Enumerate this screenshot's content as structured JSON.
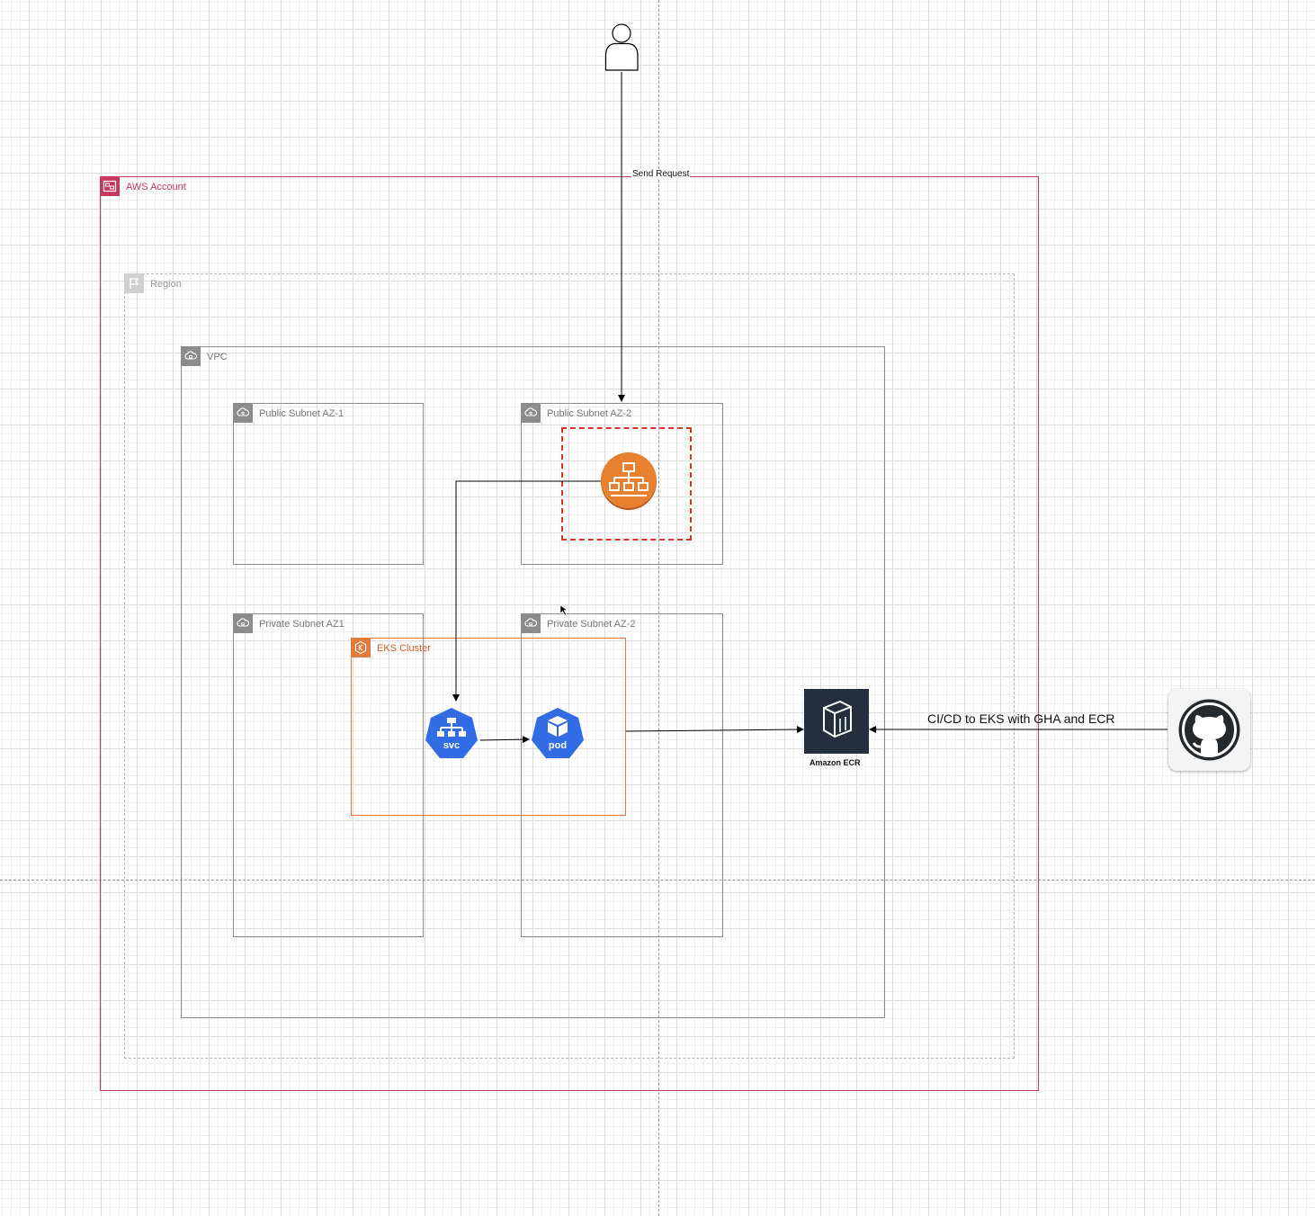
{
  "groups": {
    "aws_account": "AWS Account",
    "region": "Region",
    "vpc": "VPC",
    "public_subnet_1": "Public Subnet AZ-1",
    "public_subnet_2": "Public Subnet AZ-2",
    "private_subnet_1": "Private Subnet AZ1",
    "private_subnet_2": "Private Subnet AZ-2",
    "eks_cluster": "EKS Cluster"
  },
  "nodes": {
    "svc": "svc",
    "pod": "pod",
    "ecr": "Amazon ECR"
  },
  "edges": {
    "send_request": "Send Request",
    "cicd": "CI/CD to EKS with GHA and ECR"
  },
  "colors": {
    "aws_account": "#c7385c",
    "eks": "#e07b3c",
    "load_balancer": "#e8812f",
    "kubernetes": "#326ce5",
    "ecr_bg": "#232f3e",
    "lb_dashed": "#d9352b",
    "subnet_gray": "#8c8c8c"
  },
  "icons": {
    "user": "user-icon",
    "load_balancer": "load-balancer-icon",
    "svc": "kubernetes-service-icon",
    "pod": "kubernetes-pod-icon",
    "ecr": "amazon-ecr-icon",
    "github": "github-icon"
  }
}
